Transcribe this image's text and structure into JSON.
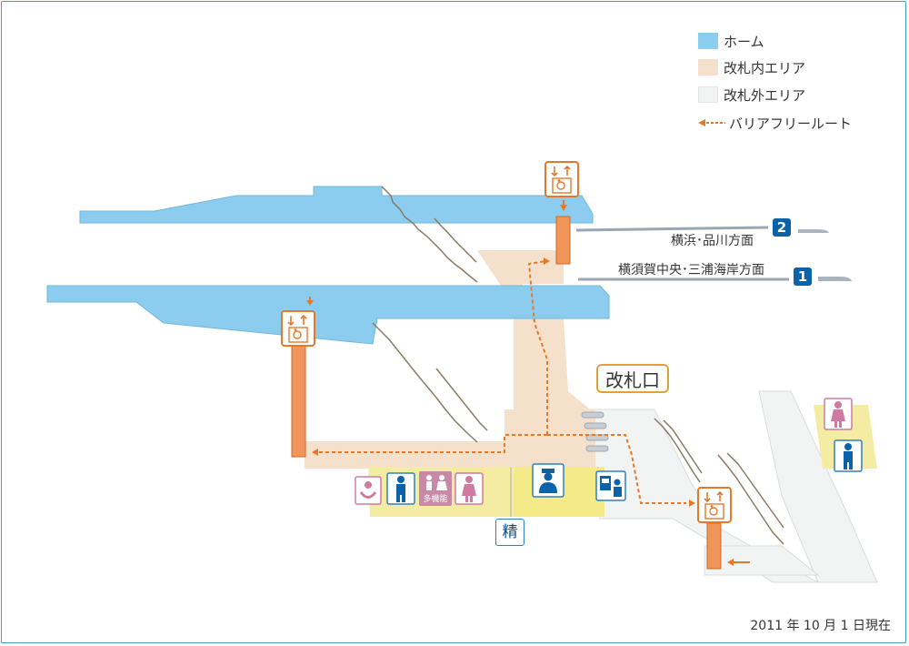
{
  "legend": {
    "platform": {
      "label": "ホーム",
      "color": "#8ccdef"
    },
    "inside": {
      "label": "改札内エリア",
      "color": "#f5e0cc"
    },
    "outside": {
      "label": "改札外エリア",
      "color": "#f2f4f4"
    },
    "route": {
      "label": "バリアフリールート",
      "color": "#e4792a"
    }
  },
  "tracks": [
    {
      "number": "2",
      "direction": "横浜･品川方面"
    },
    {
      "number": "1",
      "direction": "横須賀中央･三浦海岸方面"
    }
  ],
  "gate_label": "改札口",
  "fare_adjustment_label": "精",
  "multipurpose_toilet_label": "多機能",
  "date_note": "2011 年 10 月 1 日現在",
  "icons": [
    "elevator-icon",
    "baby-care-icon",
    "mens-toilet-icon",
    "multipurpose-toilet-icon",
    "womens-toilet-icon",
    "station-staff-icon",
    "ticket-machine-icon"
  ],
  "colors": {
    "elevator_shaft": "#f1965a",
    "elevator_border": "#e4792a",
    "stairs": "#a89a88",
    "toilet_area": "#f5eca3",
    "frame": "#3aa3b8",
    "badge": "#0a62a8"
  }
}
